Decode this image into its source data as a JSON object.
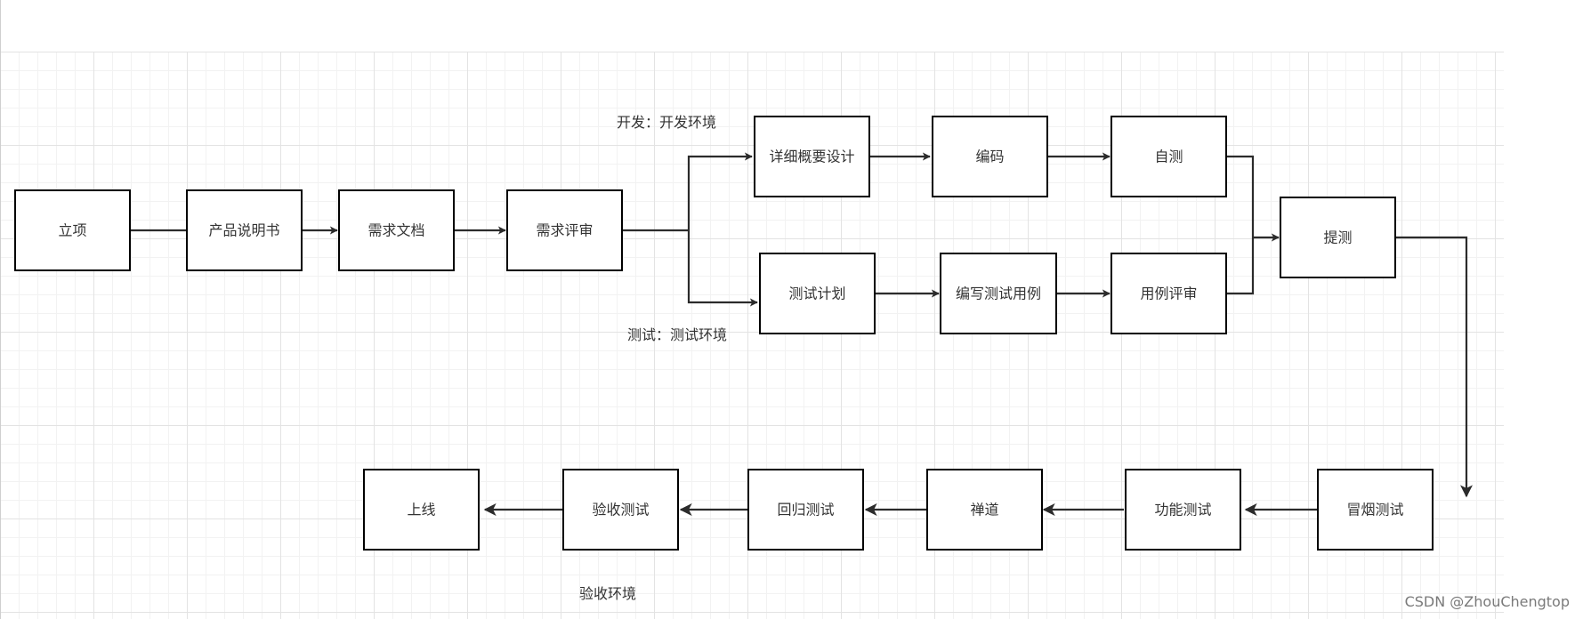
{
  "diagram": {
    "nodes": {
      "lixiang": "立项",
      "cpsms": "产品说明书",
      "xqwd": "需求文档",
      "xqps": "需求评审",
      "xxsj": "详细概要设计",
      "bianma": "编码",
      "zice": "自测",
      "csjh": "测试计划",
      "bxcsyl": "编写测试用例",
      "ylps": "用例评审",
      "tice": "提测",
      "mycs": "冒烟测试",
      "gncs": "功能测试",
      "chandao": "禅道",
      "hgcs": "回归测试",
      "yscs": "验收测试",
      "shangxian": "上线"
    },
    "notes": {
      "dev_env": "开发：开发环境",
      "test_env": "测试：测试环境",
      "accept_env": "验收环境"
    }
  },
  "watermark": "CSDN @ZhouChengtop",
  "colors": {
    "stroke": "#000000",
    "text": "#333333",
    "grid_major": "#e3e3e3",
    "grid_minor": "#f2f2f2"
  }
}
